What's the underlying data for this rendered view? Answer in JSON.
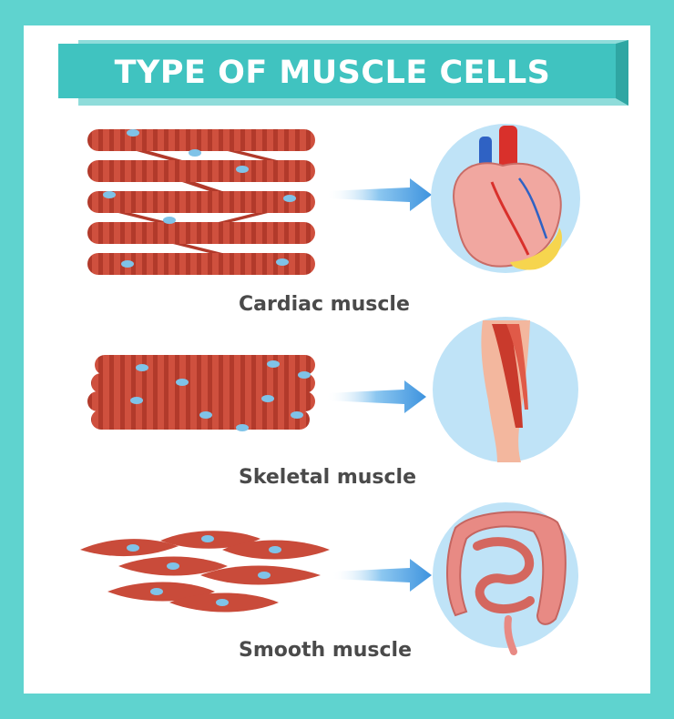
{
  "title": "TYPE OF MUSCLE CELLS",
  "sections": [
    {
      "label": "Cardiac muscle"
    },
    {
      "label": "Skeletal muscle"
    },
    {
      "label": "Smooth muscle"
    }
  ],
  "colors": {
    "frame": "#5fd3cf",
    "banner": "#40c3c0",
    "banner_dark": "#2fa6a3",
    "muscle": "#c94b3a",
    "muscle_stripe": "#a93628",
    "muscle_light": "#e0705c",
    "nucleus": "#7fc3e8",
    "circle_bg": "#bfe3f7",
    "arrow": "#5aa8e6"
  }
}
